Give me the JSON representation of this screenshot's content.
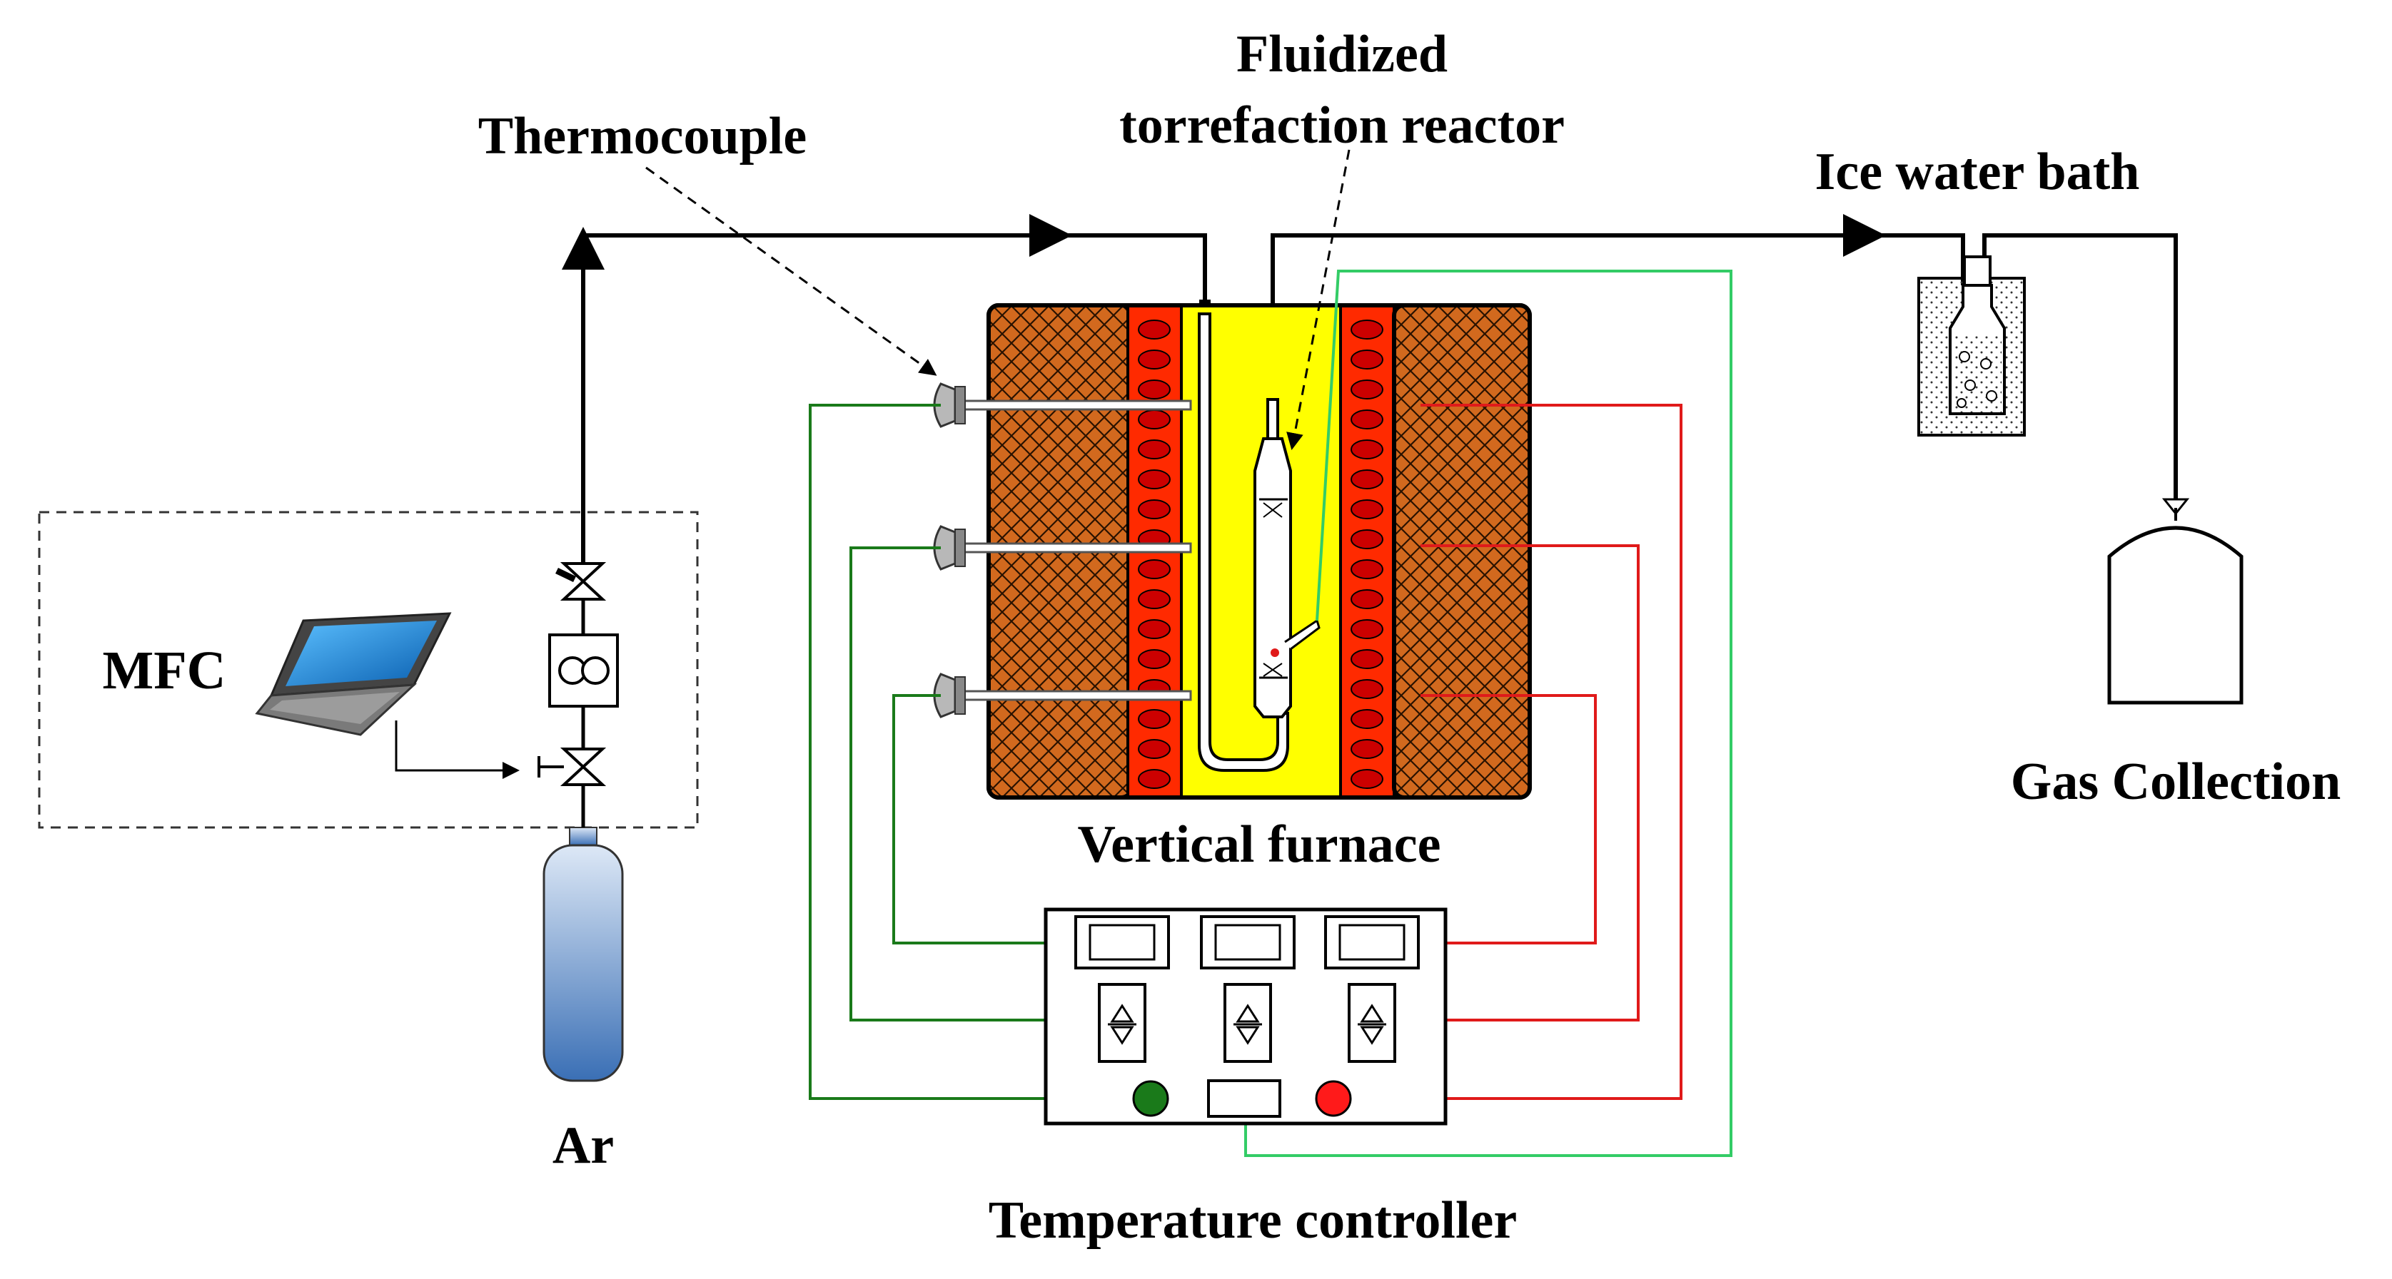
{
  "labels": {
    "reactor_line1": "Fluidized",
    "reactor_line2": "torrefaction reactor",
    "thermocouple": "Thermocouple",
    "ice_bath": "Ice water bath",
    "mfc": "MFC",
    "gas_collection": "Gas Collection",
    "furnace": "Vertical furnace",
    "ar": "Ar",
    "controller": "Temperature controller"
  },
  "icons": {
    "computer": "laptop-icon",
    "flow_meter": "mass-flow-meter-icon",
    "valve": "gate-valve-icon",
    "cylinder": "gas-cylinder-icon",
    "bag": "gas-collection-bag-icon",
    "bottle": "gas-wash-bottle-icon"
  },
  "colors": {
    "line": "#000000",
    "insulation": "#d2691e",
    "heater": "#ff2a00",
    "heater_dot": "#cc0000",
    "furnace_core": "#ffff00",
    "wire_green": "#1a7a1a",
    "wire_light_green": "#33cc66",
    "wire_red": "#e01a1a",
    "indicator_green": "#1a7a1a",
    "indicator_red": "#ff1a1a",
    "cylinder_top": "#dde8f6",
    "cylinder_bottom": "#3a6fb5",
    "laptop_screen": "#1e8fe0"
  }
}
